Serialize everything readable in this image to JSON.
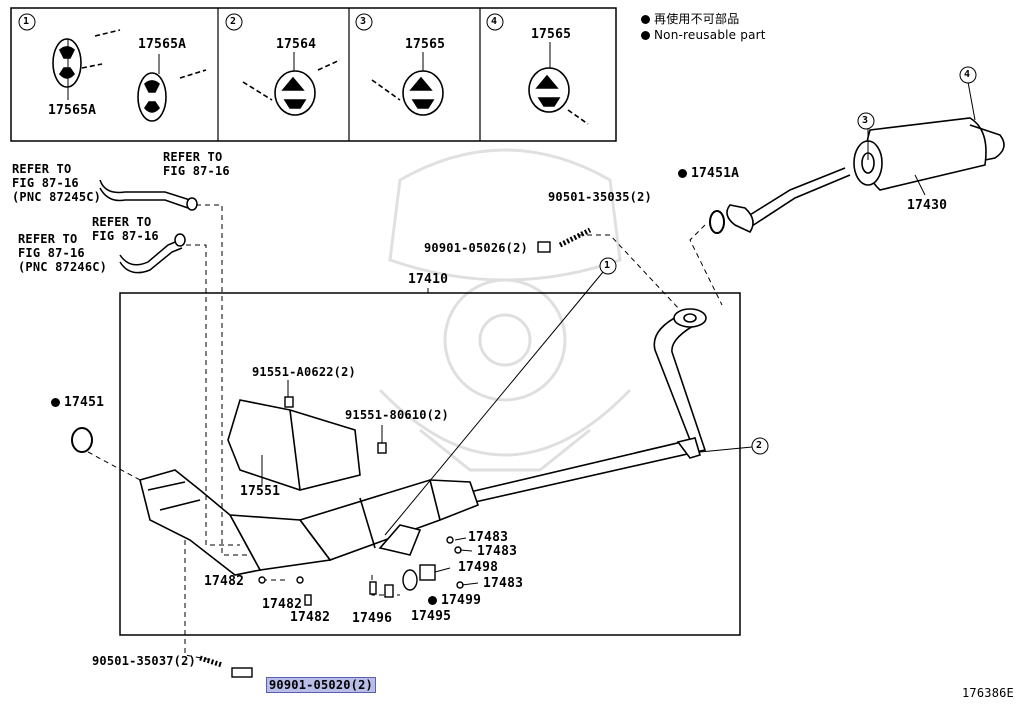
{
  "legend": {
    "jp": "再使用不可部品",
    "en": "Non-reusable part"
  },
  "insets": [
    {
      "num": "1",
      "labels": [
        "17565A",
        "17565A"
      ]
    },
    {
      "num": "2",
      "labels": [
        "17564"
      ]
    },
    {
      "num": "3",
      "labels": [
        "17565"
      ]
    },
    {
      "num": "4",
      "labels": [
        "17565"
      ]
    }
  ],
  "refs": {
    "r1_a": "REFER TO",
    "r1_b": "FIG 87-16",
    "r1_c": "(PNC 87245C)",
    "r2_a": "REFER TO",
    "r2_b": "FIG 87-16",
    "r3_a": "REFER TO",
    "r3_b": "FIG 87-16",
    "r4_a": "REFER TO",
    "r4_b": "FIG 87-16",
    "r4_c": "(PNC 87246C)"
  },
  "parts": {
    "p17451A": "17451A",
    "p17430": "17430",
    "p90501_35035": "90501-35035(2)",
    "p90901_05026": "90901-05026(2)",
    "p17410": "17410",
    "p91551_A0622": "91551-A0622(2)",
    "p91551_80610": "91551-80610(2)",
    "p17451": "17451",
    "p17551": "17551",
    "p17483a": "17483",
    "p17483b": "17483",
    "p17498": "17498",
    "p17483c": "17483",
    "p17482a": "17482",
    "p17482b": "17482",
    "p17482c": "17482",
    "p17496": "17496",
    "p17495": "17495",
    "p17499": "17499",
    "p90501_35037": "90501-35037(2)",
    "p90901_05020": "90901-05020(2)"
  },
  "callouts": {
    "c1": "1",
    "c2": "2",
    "c3": "3",
    "c4": "4"
  },
  "diagram_id": "176386E"
}
